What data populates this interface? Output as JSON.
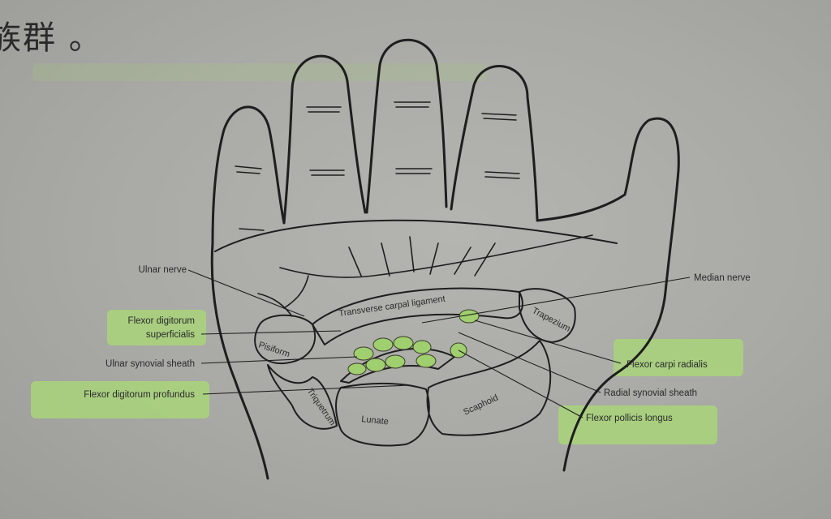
{
  "header_text": "族群 。",
  "diagram": {
    "labels_left": {
      "ulnar_nerve": "Ulnar nerve",
      "fds_line1": "Flexor digitorum",
      "fds_line2": "superficialis",
      "ulnar_sheath": "Ulnar synovial sheath",
      "fdp": "Flexor digitorum profundus"
    },
    "labels_right": {
      "median_nerve": "Median nerve",
      "fcr": "Flexor carpi radialis",
      "radial_sheath": "Radial synovial sheath",
      "fpl": "Flexor pollicis longus"
    },
    "structures": {
      "ligament": "Transverse carpal ligament",
      "trapezium": "Trapezium",
      "pisiform": "Pisiform",
      "triquetrum": "Triquetrum",
      "lunate": "Lunate",
      "scaphoid": "Scaphoid"
    },
    "colors": {
      "highlight": "#a9d57a",
      "tendon": "#9fcf6e",
      "ink": "#1e1e1e"
    }
  }
}
